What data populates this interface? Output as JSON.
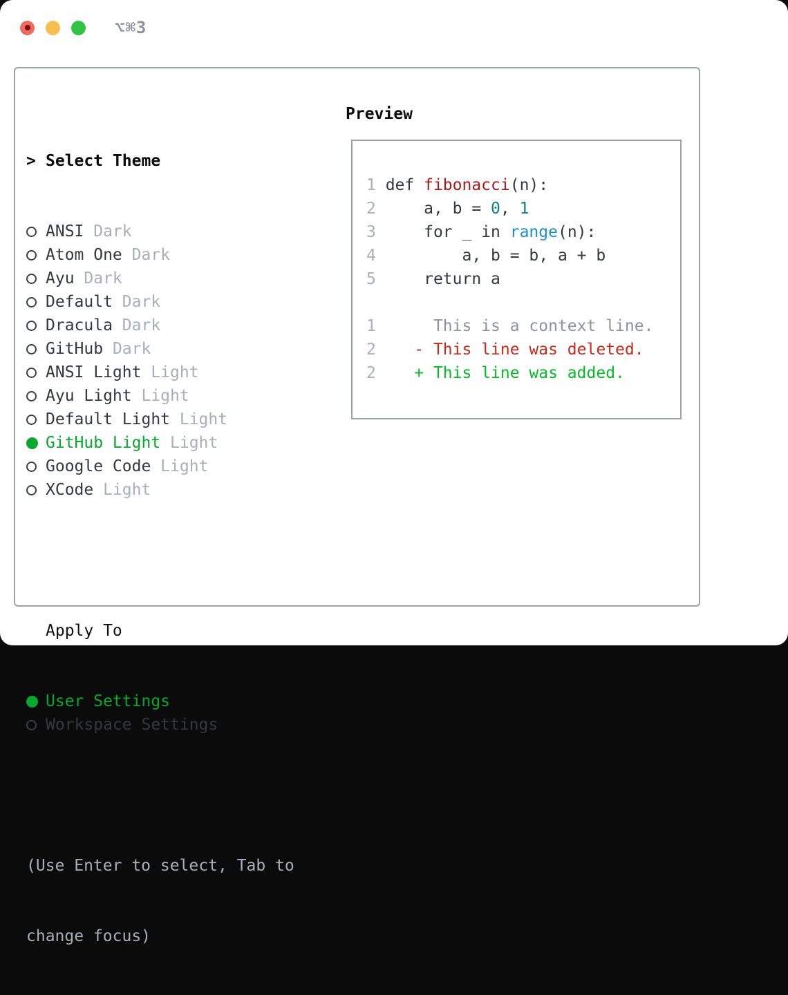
{
  "window": {
    "title": "⌥⌘3"
  },
  "colors": {
    "panel_border": "#99a3ad",
    "text_dark": "#33383f",
    "text_muted": "#a6afba",
    "selection_green": "#06a82e",
    "diff_red": "#c7291a",
    "diff_green": "#04bb25",
    "function_red": "#a81a1a",
    "number_teal": "#0f7f86",
    "builtin_blue": "#1a8fd1",
    "traffic_red": "#ed6a5f",
    "traffic_yellow": "#f6bf4f",
    "traffic_green": "#32c342"
  },
  "theme_panel": {
    "prompt": ">",
    "header": "Select Theme",
    "items": [
      {
        "name": "ANSI",
        "variant": "Dark",
        "selected": false
      },
      {
        "name": "Atom One",
        "variant": "Dark",
        "selected": false
      },
      {
        "name": "Ayu",
        "variant": "Dark",
        "selected": false
      },
      {
        "name": "Default",
        "variant": "Dark",
        "selected": false
      },
      {
        "name": "Dracula",
        "variant": "Dark",
        "selected": false
      },
      {
        "name": "GitHub",
        "variant": "Dark",
        "selected": false
      },
      {
        "name": "ANSI Light",
        "variant": "Light",
        "selected": false
      },
      {
        "name": "Ayu Light",
        "variant": "Light",
        "selected": false
      },
      {
        "name": "Default Light",
        "variant": "Light",
        "selected": false
      },
      {
        "name": "GitHub Light",
        "variant": "Light",
        "selected": true
      },
      {
        "name": "Google Code",
        "variant": "Light",
        "selected": false
      },
      {
        "name": "XCode",
        "variant": "Light",
        "selected": false
      }
    ],
    "apply_to": {
      "header": "Apply To",
      "options": [
        {
          "name": "User Settings",
          "selected": true
        },
        {
          "name": "Workspace Settings",
          "selected": false
        }
      ]
    },
    "hint_line1": "(Use Enter to select, Tab to",
    "hint_line2": "change focus)"
  },
  "preview": {
    "header": "Preview",
    "lines": [
      {
        "id": "code-line-1",
        "tokens": [
          {
            "t": "1 ",
            "c": "ln"
          },
          {
            "t": "def ",
            "c": "d"
          },
          {
            "t": "fibonacci",
            "c": "fn"
          },
          {
            "t": "(n):",
            "c": "d"
          }
        ]
      },
      {
        "id": "code-line-2",
        "tokens": [
          {
            "t": "2 ",
            "c": "ln"
          },
          {
            "t": "    a, b = ",
            "c": "d"
          },
          {
            "t": "0",
            "c": "num"
          },
          {
            "t": ", ",
            "c": "d"
          },
          {
            "t": "1",
            "c": "num"
          }
        ]
      },
      {
        "id": "code-line-3",
        "tokens": [
          {
            "t": "3 ",
            "c": "ln"
          },
          {
            "t": "    for _ in ",
            "c": "d"
          },
          {
            "t": "range",
            "c": "bi"
          },
          {
            "t": "(n):",
            "c": "d"
          }
        ]
      },
      {
        "id": "code-line-4",
        "tokens": [
          {
            "t": "4 ",
            "c": "ln"
          },
          {
            "t": "        a, b = b, a + b",
            "c": "d"
          }
        ]
      },
      {
        "id": "code-line-5",
        "tokens": [
          {
            "t": "5 ",
            "c": "ln"
          },
          {
            "t": "    return a",
            "c": "d"
          }
        ]
      },
      {
        "id": "blank-line",
        "tokens": []
      },
      {
        "id": "diff-line-context",
        "tokens": [
          {
            "t": "1",
            "c": "ln"
          },
          {
            "t": "      This is a context line.",
            "c": "ctx"
          }
        ]
      },
      {
        "id": "diff-line-deleted",
        "tokens": [
          {
            "t": "2",
            "c": "ln"
          },
          {
            "t": "    ",
            "c": "ctx"
          },
          {
            "t": "- This line was deleted.",
            "c": "del"
          }
        ]
      },
      {
        "id": "diff-line-added",
        "tokens": [
          {
            "t": "2",
            "c": "ln"
          },
          {
            "t": "    ",
            "c": "ctx"
          },
          {
            "t": "+ This line was added.",
            "c": "add"
          }
        ]
      }
    ]
  }
}
